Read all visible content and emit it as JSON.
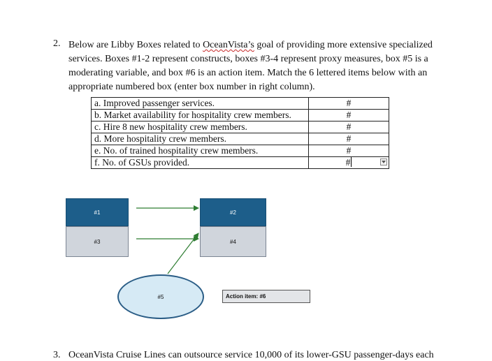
{
  "question": {
    "number": "2.",
    "text_before": "Below are Libby Boxes related to ",
    "company": "OceanVista’s",
    "text_after": " goal of providing more extensive specialized services. Boxes #1-2 represent constructs, boxes #3-4 represent proxy measures, box #5 is a moderating variable, and box #6 is an action item. Match the 6 lettered items below with an appropriate numbered box (enter box number in right column)."
  },
  "match_table": {
    "rows": [
      {
        "item": "a. Improved passenger services.",
        "answer": "#"
      },
      {
        "item": "b. Market availability for hospitality crew members.",
        "answer": "#"
      },
      {
        "item": "c. Hire 8 new hospitality crew members.",
        "answer": "#"
      },
      {
        "item": "d. More hospitality crew members.",
        "answer": "#"
      },
      {
        "item": "e. No. of trained hospitality crew members.",
        "answer": "#"
      },
      {
        "item": "f. No. of GSUs provided.",
        "answer": "#"
      }
    ]
  },
  "diagram": {
    "box1": "#1",
    "box2": "#2",
    "box3": "#3",
    "box4": "#4",
    "box5": "#5",
    "action": "Action item: #6",
    "colors": {
      "construct": "#1d5e8a",
      "proxy": "#d0d5dc",
      "moderator_fill": "#d6eaf5",
      "moderator_border": "#2a5d86",
      "arrow": "#2e7d32"
    }
  },
  "next_question": {
    "number": "3.",
    "text": "OceanVista Cruise Lines can outsource service 10,000 of its lower-GSU passenger-days each"
  }
}
